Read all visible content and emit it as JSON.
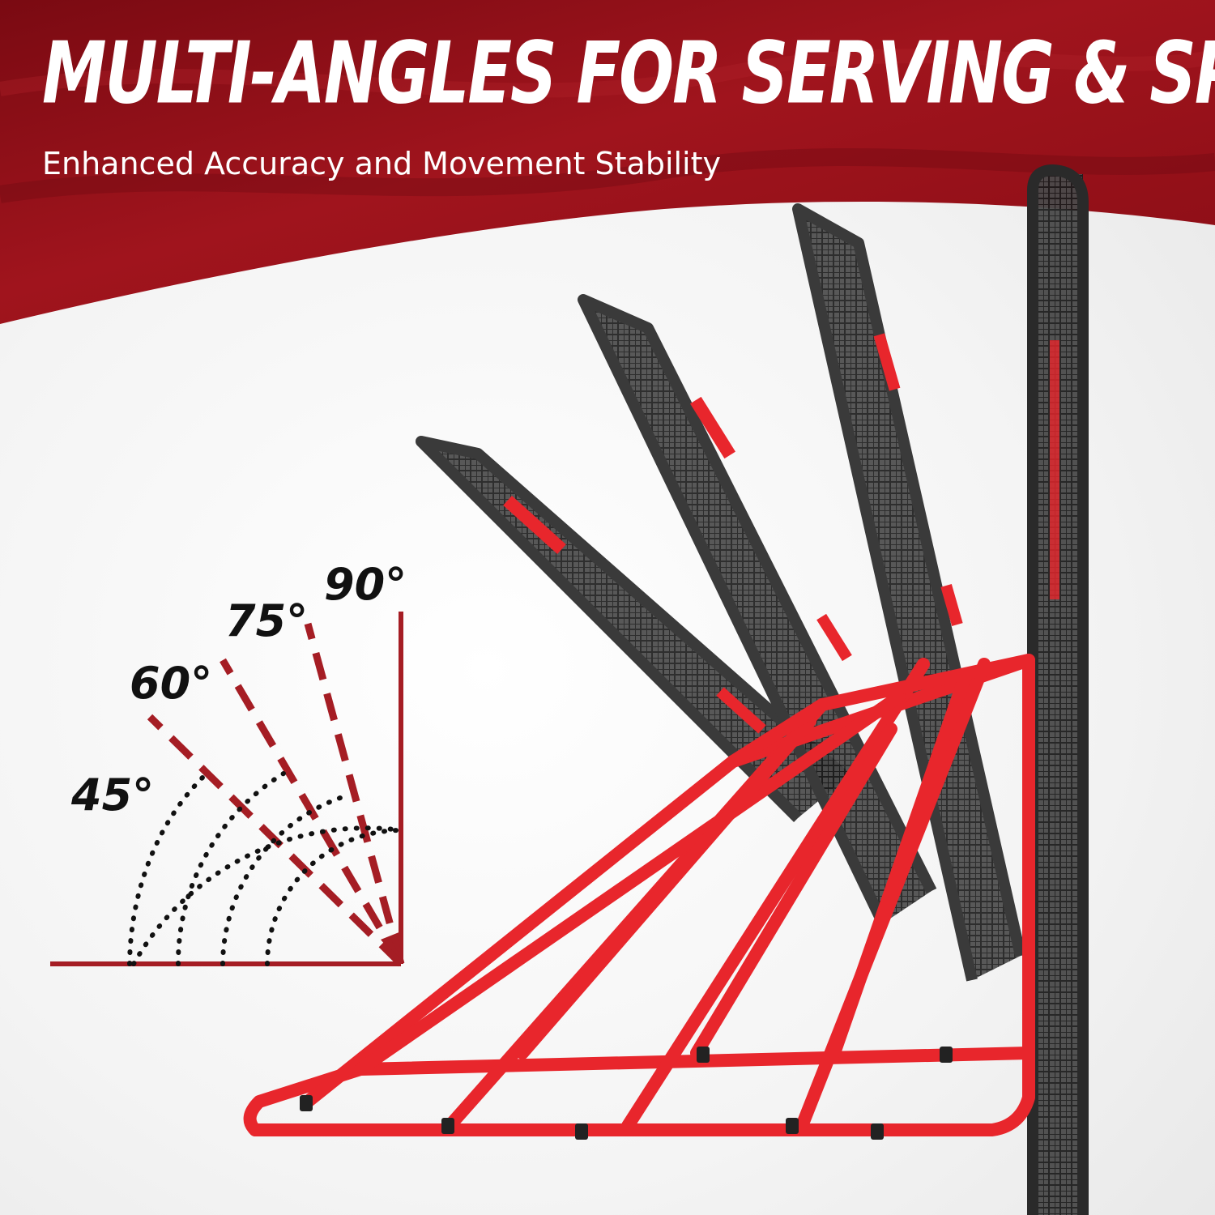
{
  "colors": {
    "brand_red": "#8f0d16",
    "frame_red": "#e8262c",
    "guide_red": "#a51d24",
    "panel_dark": "#3d3d3d"
  },
  "banner": {
    "headline": "MULTI-ANGLES FOR SERVING & SPIKING",
    "subheadline": "Enhanced Accuracy and Movement Stability"
  },
  "angle_diagram": {
    "labels": [
      {
        "id": "a45",
        "text": "45°"
      },
      {
        "id": "a60",
        "text": "60°"
      },
      {
        "id": "a75",
        "text": "75°"
      },
      {
        "id": "a90",
        "text": "90°"
      }
    ]
  },
  "product": {
    "icon": "volleyball-rebounder-net",
    "positions": 4
  }
}
